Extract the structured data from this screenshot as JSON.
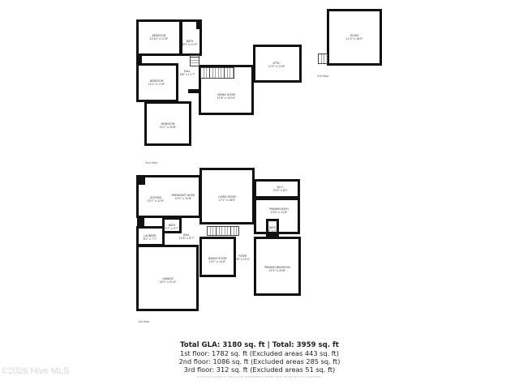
{
  "floors": {
    "second": {
      "label": "2nd floor",
      "rooms": {
        "bedroom1": {
          "name": "BEDROOM",
          "size": "13'10\" x 11'8\""
        },
        "bath": {
          "name": "BATH",
          "size": "8'0\" x 11'0\""
        },
        "hall": {
          "name": "HALL",
          "size": "6'8\" x 11'7\""
        },
        "bedroom2": {
          "name": "BEDROOM",
          "size": "15'1\" x 11'6\""
        },
        "attic": {
          "name": "ATTIC",
          "size": "13'3\" x 11'8\""
        },
        "family": {
          "name": "FAMILY ROOM",
          "size": "17'8\" x 14'10\""
        },
        "bedroom3": {
          "name": "BEDROOM",
          "size": "14'7\" x 20'6\""
        }
      }
    },
    "third": {
      "label": "3rd floor",
      "rooms": {
        "room": {
          "name": "ROOM",
          "size": "11'3\" x 16'0\""
        }
      }
    },
    "first": {
      "label": "1st floor",
      "rooms": {
        "kitchen": {
          "name": "KITCHEN",
          "size": "15'7\" x 12'0\""
        },
        "nook": {
          "name": "BREAKFAST NOOK",
          "size": "10'0\" x 12'8\""
        },
        "living": {
          "name": "LIVING ROOM",
          "size": "17'2\" x 18'0\""
        },
        "wic": {
          "name": "W.I.C.",
          "size": "10'0\" x 8'1\""
        },
        "pbath": {
          "name": "PRIMARY BATH",
          "size": "13'0\" x 11'8\""
        },
        "bath1": {
          "name": "BATH",
          "size": "5'7\" x 5'7\""
        },
        "hall": {
          "name": "HALL",
          "size": "11'6\" x 6'7\""
        },
        "bath2": {
          "name": "BATH",
          "size": "3'8\" x 5'5\""
        },
        "laundry": {
          "name": "LAUNDRY",
          "size": "8'2\" x 7'7\""
        },
        "foyer": {
          "name": "FOYER",
          "size": "5'8\" x 15'2\""
        },
        "dining": {
          "name": "DINING ROOM",
          "size": "10'1\" x 14'0\""
        },
        "pbed": {
          "name": "PRIMARY BEDROOM",
          "size": "15'3\" x 20'8\""
        },
        "garage": {
          "name": "GARAGE",
          "size": "24'2\" x 21'4\""
        }
      }
    }
  },
  "summary": {
    "total": "Total GLA: 3180 sq. ft | Total: 3959 sq. ft",
    "first": "1st floor: 1782 sq. ft (Excluded areas 443 sq. ft)",
    "second": "2nd floor: 1086 sq. ft (Excluded areas 285 sq. ft)",
    "third": "3rd floor: 312 sq. ft (Excluded areas 51 sq. ft)"
  },
  "disclaimer": "FLOOR PLAN CREATED BY CUBICASA APP. MEASUREMENTS DEEMED HIGHLY RELIABLE BUT NOT GUARANTEED.",
  "watermark": "©2026 Hive MLS"
}
